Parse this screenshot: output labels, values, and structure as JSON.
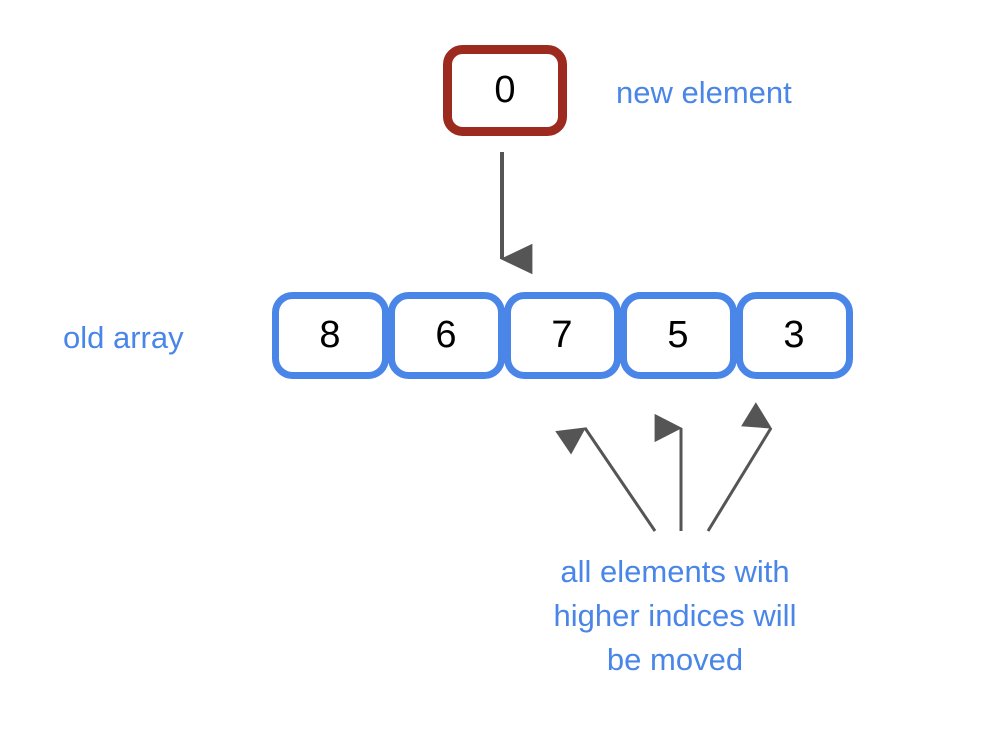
{
  "diagram": {
    "title_semantic": "array-insertion-shift-diagram",
    "background_color": "#ffffff",
    "colors": {
      "array_border": "#4a86e8",
      "new_element_border": "#9c2a1f",
      "annotation_text": "#4a86e8",
      "arrow": "#555555",
      "value_text": "#000000",
      "cell_fill": "#ffffff"
    },
    "new_element": {
      "label": "new element",
      "value": "0"
    },
    "old_array": {
      "label": "old array",
      "values": [
        "8",
        "6",
        "7",
        "5",
        "3"
      ]
    },
    "shift_note": {
      "lines": [
        "all elements with",
        "higher indices will",
        "be moved"
      ],
      "target_values": [
        "7",
        "5",
        "3"
      ]
    },
    "insert_arrow": {
      "name": "insertion-arrow",
      "direction": "down",
      "from_value": "0",
      "to_index": 2
    }
  }
}
